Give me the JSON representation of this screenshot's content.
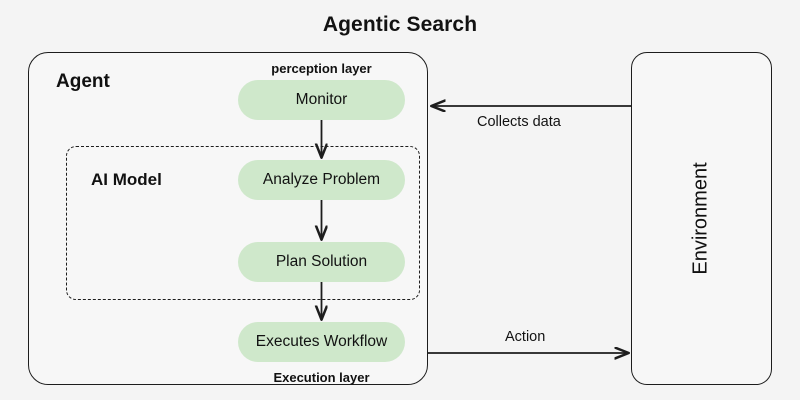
{
  "title": "Agentic Search",
  "agent": {
    "label": "Agent",
    "perception_caption": "perception layer",
    "execution_caption": "Execution layer",
    "ai_model": {
      "label": "AI Model",
      "nodes": [
        {
          "id": "analyze",
          "label": "Analyze Problem"
        },
        {
          "id": "plan",
          "label": "Plan Solution"
        }
      ]
    },
    "nodes": [
      {
        "id": "monitor",
        "label": "Monitor"
      },
      {
        "id": "executes",
        "label": "Executes Workflow"
      }
    ]
  },
  "environment": {
    "label": "Environment"
  },
  "edges": [
    {
      "id": "collects-data",
      "label": "Collects data",
      "from": "environment",
      "to": "agent",
      "direction": "left"
    },
    {
      "id": "action",
      "label": "Action",
      "from": "agent",
      "to": "environment",
      "direction": "right"
    },
    {
      "id": "monitor-to-analyze",
      "label": "",
      "from": "monitor",
      "to": "analyze",
      "direction": "down"
    },
    {
      "id": "analyze-to-plan",
      "label": "",
      "from": "analyze",
      "to": "plan",
      "direction": "down"
    },
    {
      "id": "plan-to-executes",
      "label": "",
      "from": "plan",
      "to": "executes",
      "direction": "down"
    }
  ],
  "colors": {
    "page_background": "#f4f4f4",
    "container_fill": "#f7f7f7",
    "node_fill": "#cfe8cb",
    "stroke": "#1d1d1d",
    "text": "#121212"
  }
}
